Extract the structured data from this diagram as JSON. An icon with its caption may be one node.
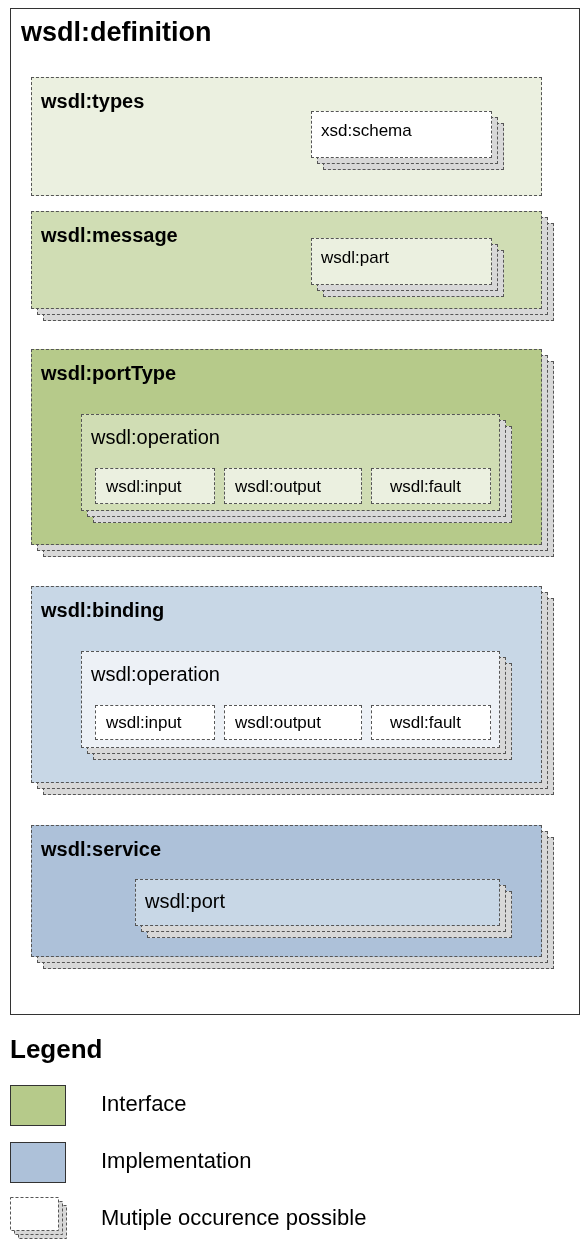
{
  "diagram": {
    "nodes": [
      {
        "text": [
          "wsdl:definition"
        ]
      },
      {
        "text": [
          "wsdl:types"
        ],
        "in": 0
      },
      {
        "text": [
          "xsd:schema"
        ],
        "in": 1
      },
      {
        "text": [
          "wsdl:message"
        ],
        "in": 0
      },
      {
        "text": [
          "wsdl:part"
        ],
        "in": 3
      },
      {
        "text": [
          "wsdl:portType"
        ],
        "in": 0
      },
      {
        "text": [
          "wsdl:operation"
        ],
        "in": 5
      },
      {
        "text": [
          "wsdl:input"
        ],
        "in": 6
      },
      {
        "text": [
          "wsdl:output"
        ],
        "in": 6
      },
      {
        "text": [
          "wsdl:fault"
        ],
        "in": 6
      },
      {
        "text": [
          "wsdl:binding"
        ],
        "in": 0
      },
      {
        "text": [
          "wsdl:operation"
        ],
        "in": 10
      },
      {
        "text": [
          "wsdl:input"
        ],
        "in": 11
      },
      {
        "text": [
          "wsdl:output"
        ],
        "in": 11
      },
      {
        "text": [
          "wsdl:fault"
        ],
        "in": 11
      },
      {
        "text": [
          "wsdl:service"
        ],
        "in": 0
      },
      {
        "text": [
          "wsdl:port"
        ],
        "in": 15
      }
    ],
    "edges": [],
    "labels": [
      "Legend"
    ],
    "legend": [
      {
        "text": "Interface",
        "color": "#b6ca8a"
      },
      {
        "text": "Implementation",
        "color": "#adc1d9"
      },
      {
        "text": "Mutiple occurence possible"
      }
    ]
  }
}
